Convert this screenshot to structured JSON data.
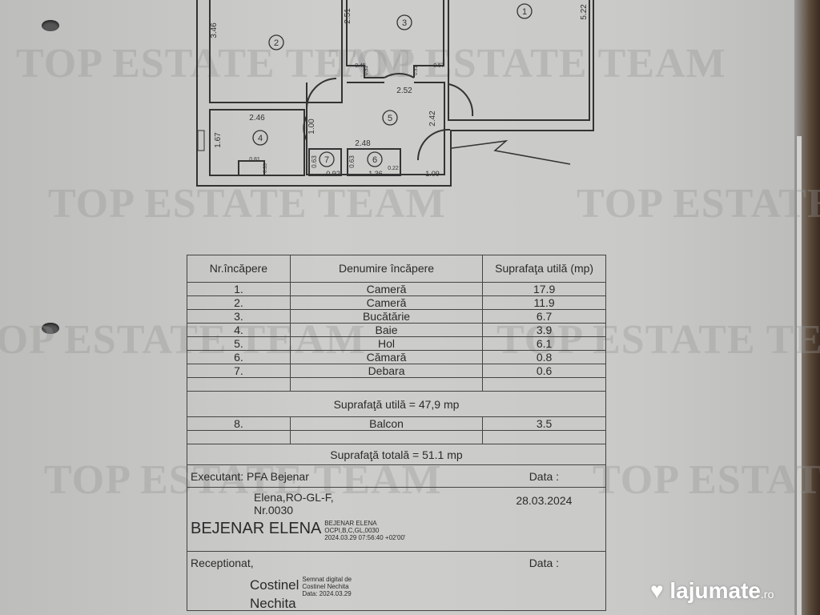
{
  "watermark": "TOP ESTATE TEAM",
  "plan": {
    "room_numbers": [
      "1",
      "2",
      "3",
      "4",
      "5",
      "6",
      "7"
    ],
    "dimensions": [
      "3.46",
      "2.51",
      "5.22",
      "0.45",
      "0.51",
      "0.51",
      "0.57",
      "2.52",
      "2.46",
      "1.00",
      "2.42",
      "1.67",
      "2.48",
      "0.63",
      "0.92",
      "0.63",
      "1.36",
      "0.22",
      "1.09",
      "0.81",
      "0.33"
    ]
  },
  "table": {
    "headers": [
      "Nr.încăpere",
      "Denumire încăpere",
      "Suprafaţa utilă (mp)"
    ],
    "rows": [
      {
        "nr": "1.",
        "name": "Cameră",
        "area": "17.9"
      },
      {
        "nr": "2.",
        "name": "Cameră",
        "area": "11.9"
      },
      {
        "nr": "3.",
        "name": "Bucătărie",
        "area": "6.7"
      },
      {
        "nr": "4.",
        "name": "Baie",
        "area": "3.9"
      },
      {
        "nr": "5.",
        "name": "Hol",
        "area": "6.1"
      },
      {
        "nr": "6.",
        "name": "Cămară",
        "area": "0.8"
      },
      {
        "nr": "7.",
        "name": "Debara",
        "area": "0.6"
      }
    ],
    "useful_total": "Suprafaţă utilă = 47,9 mp",
    "balcony": {
      "nr": "8.",
      "name": "Balcon",
      "area": "3.5"
    },
    "grand_total": "Suprafaţă totală = 51.1 mp",
    "executant_label": "Executant: PFA Bejenar",
    "executant_cont": "Elena,RO-GL-F,",
    "executant_nr": "Nr.0030",
    "date_label": "Data :",
    "date_value": "28.03.2024",
    "signature_name": "BEJENAR ELENA",
    "signature_meta": [
      "BEJENAR ELENA",
      "OCPI,B,C,GL,0030",
      "2024.03.29 07:56:40 +02'00'"
    ],
    "received_label": "Receptionat,",
    "received_date_label": "Data :",
    "received_name": "Costinel",
    "received_name2": "Nechita",
    "received_meta": [
      "Semnat digital de",
      "Costinel Nechita",
      "Data: 2024.03.29"
    ]
  },
  "logo": {
    "name": "lajumate",
    "tld": ".ro"
  }
}
